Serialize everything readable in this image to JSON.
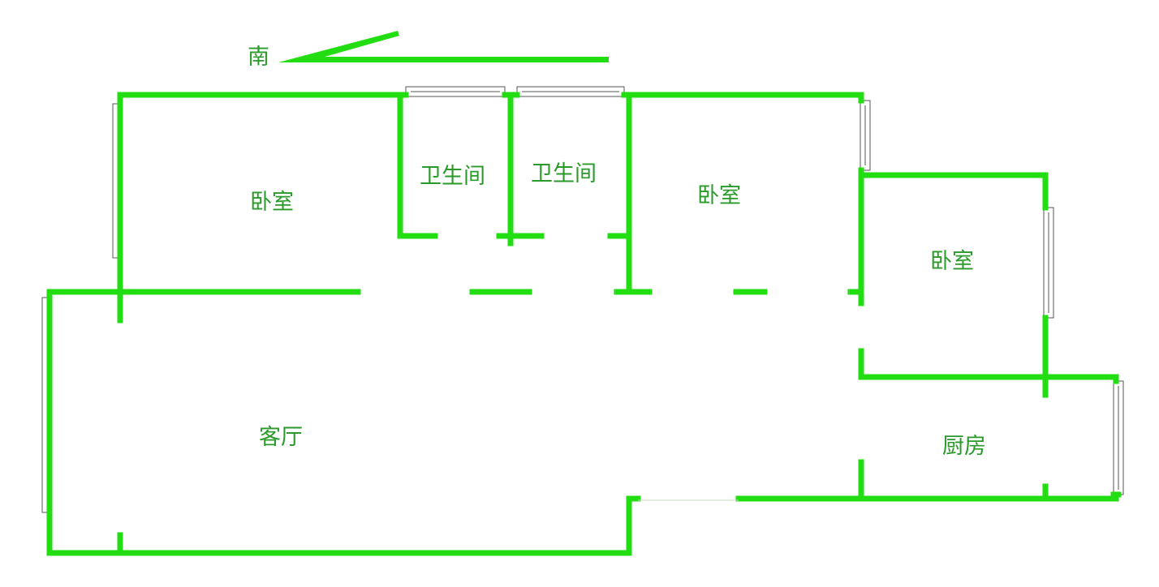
{
  "compass": {
    "label": "南"
  },
  "rooms": {
    "bedroom_left": "卧室",
    "bathroom_1": "卫生间",
    "bathroom_2": "卫生间",
    "bedroom_middle": "卧室",
    "bedroom_right": "卧室",
    "living_room": "客厅",
    "kitchen": "厨房"
  },
  "colors": {
    "wall": "#22dd11",
    "label": "#2a9a2a",
    "window_frame": "#555555",
    "background": "#ffffff"
  }
}
